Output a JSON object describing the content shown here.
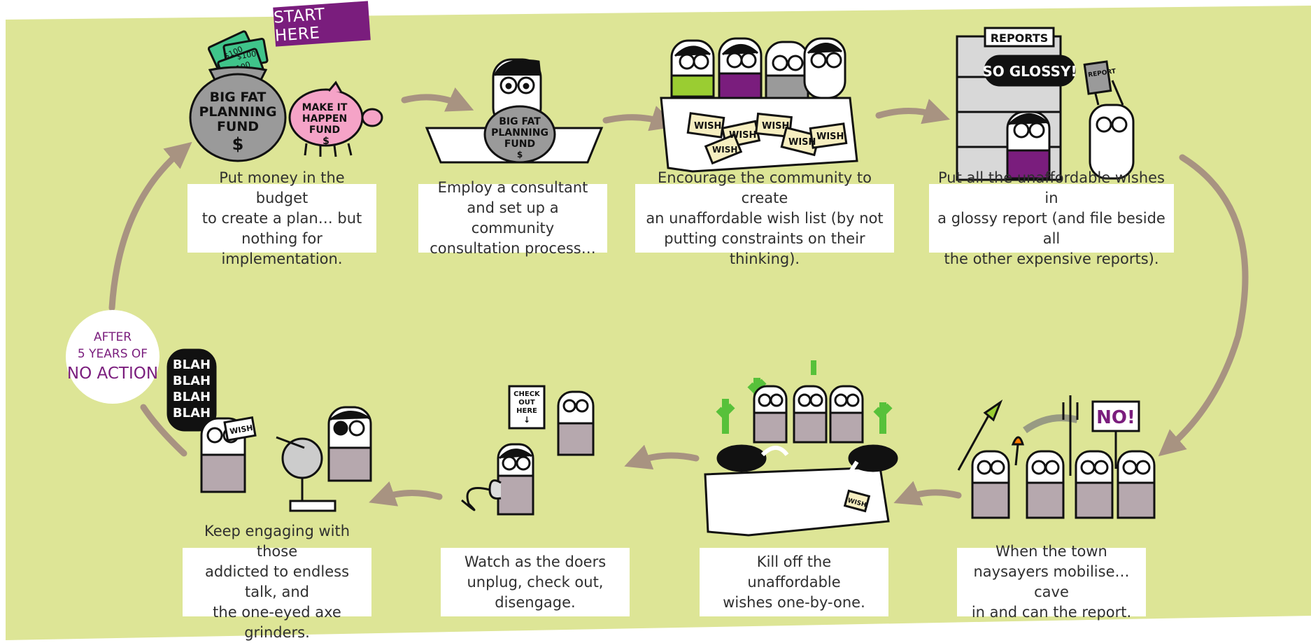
{
  "start_label": "START HERE",
  "after_badge": {
    "line1": "AFTER",
    "line2": "5 YEARS OF",
    "line3": "NO ACTION"
  },
  "steps": [
    {
      "caption": "Put money in the budget\nto create a plan… but\nnothing for implementation."
    },
    {
      "caption": "Employ a consultant\nand set up a community\nconsultation process…"
    },
    {
      "caption": "Encourage the community to create\nan unaffordable wish list (by not\nputting constraints on their thinking)."
    },
    {
      "caption": "Put all the unaffordable wishes in\na glossy report (and file beside all\nthe other expensive reports)."
    },
    {
      "caption": "When the town\nnaysayers mobilise… cave\nin and can the report."
    },
    {
      "caption": "Kill off the\nunaffordable\nwishes one-by-one."
    },
    {
      "caption": "Watch as the doers\nunplug, check out,\ndisengage."
    },
    {
      "caption": "Keep engaging with those\naddicted to endless talk, and\nthe one-eyed axe grinders."
    }
  ],
  "illustration_text": {
    "big_fund": [
      "BIG FAT",
      "PLANNING",
      "FUND",
      "$"
    ],
    "piggy": [
      "MAKE IT",
      "HAPPEN",
      "FUND",
      "$"
    ],
    "bills": [
      "$100",
      "$100",
      "$100"
    ],
    "small_fund": [
      "BIG FAT",
      "PLANNING",
      "FUND",
      "$"
    ],
    "wishes": [
      "WISH",
      "WISH",
      "WISH",
      "WISH",
      "WISH",
      "WISH"
    ],
    "reports_shelf": "REPORTS",
    "speech_glossy": "SO GLOSSY!",
    "report_doc": "REPORT",
    "protest_sign": "NO!",
    "torn_wish": "WISH",
    "checkout_sign": [
      "CHECK",
      "OUT",
      "HERE",
      "↓"
    ],
    "blah": [
      "BLAH",
      "BLAH",
      "BLAH",
      "BLAH"
    ],
    "held_wish": "WISH"
  },
  "colors": {
    "background": "#dde596",
    "arrow": "#a89381",
    "purple": "#7a1d7d",
    "green_shirt": "#9acd32",
    "pig": "#f5a3c7",
    "bag": "#9a9a9a",
    "money": "#3fc48a",
    "paper": "#f6eec0",
    "cactus": "#57c13a",
    "shirt_grey": "#b6a8ae"
  }
}
